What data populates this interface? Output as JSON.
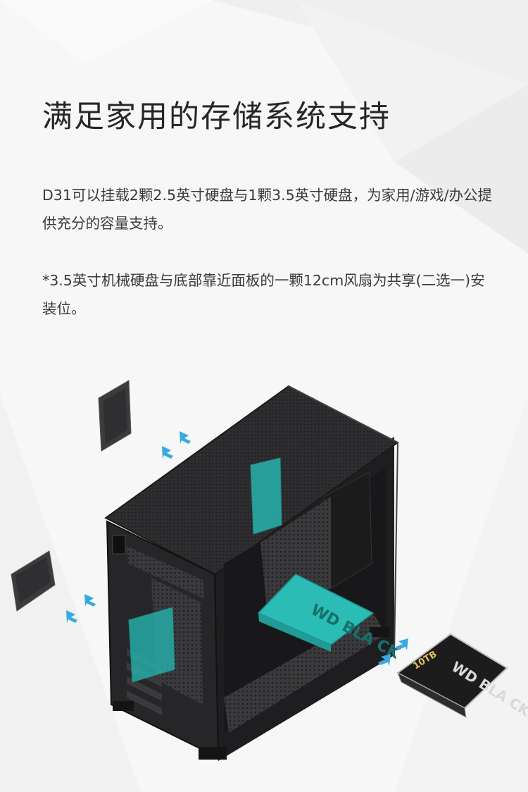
{
  "heading": "满足家用的存储系统支持",
  "paragraph_1": "D31可以挂载2颗2.5英寸硬盘与1颗3.5英寸硬盘，为家用/游戏/办公提供充分的容量支持。",
  "paragraph_2": "*3.5英寸机械硬盘与底部靠近面板的一颗12cm风扇为共享(二选一)安装位。",
  "hdd_label_main": "WD BLACK",
  "hdd_label_main_letters": "WD BLA CK",
  "hdd_capacity": "10TB",
  "colors": {
    "background": "#f7f7f7",
    "case_body": "#2b2b2d",
    "accent_teal": "#27b3ad",
    "arrow_blue": "#3aa9e0"
  },
  "icons": [
    "ssd-drive-icon",
    "hdd-drive-icon",
    "insert-arrow-icon"
  ]
}
